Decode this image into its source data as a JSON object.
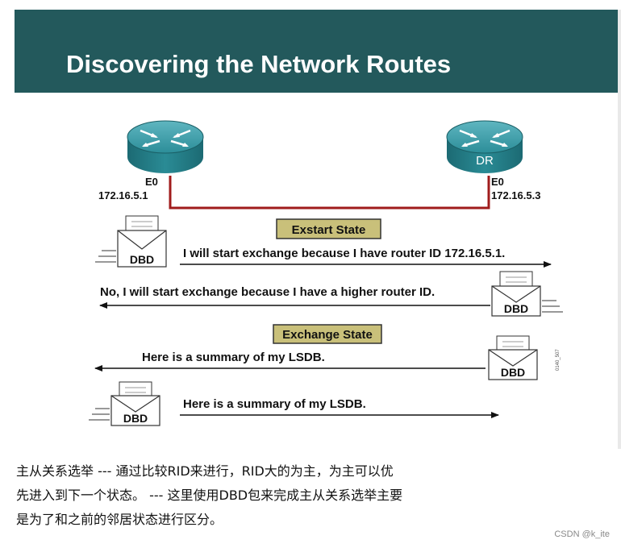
{
  "slide": {
    "title": "Discovering the Network Routes",
    "colors": {
      "header": "#23595c",
      "link": "#a01c1c",
      "state_label": "#c9c07a",
      "router": "#1f7f8a"
    }
  },
  "routers": [
    {
      "name": "",
      "interface": "E0",
      "ip": "172.16.5.1"
    },
    {
      "name": "DR",
      "interface": "E0",
      "ip": "172.16.5.3"
    }
  ],
  "states": {
    "exstart": "Exstart State",
    "exchange": "Exchange State"
  },
  "messages": [
    {
      "text": "I will start exchange because I have router ID 172.16.5.1.",
      "direction": "right"
    },
    {
      "text": "No, I will start exchange because I have a higher router ID.",
      "direction": "left"
    },
    {
      "text": "Here is a summary of my LSDB.",
      "direction": "left"
    },
    {
      "text": "Here is a summary of my LSDB.",
      "direction": "right"
    }
  ],
  "packet_label": "DBD",
  "figure_id": "0140_507",
  "caption": [
    "主从关系选举 --- 通过比较RID来进行，RID大的为主，为主可以优",
    "先进入到下一个状态。 --- 这里使用DBD包来完成主从关系选举主要",
    "是为了和之前的邻居状态进行区分。"
  ],
  "credit": "CSDN @k_ite"
}
